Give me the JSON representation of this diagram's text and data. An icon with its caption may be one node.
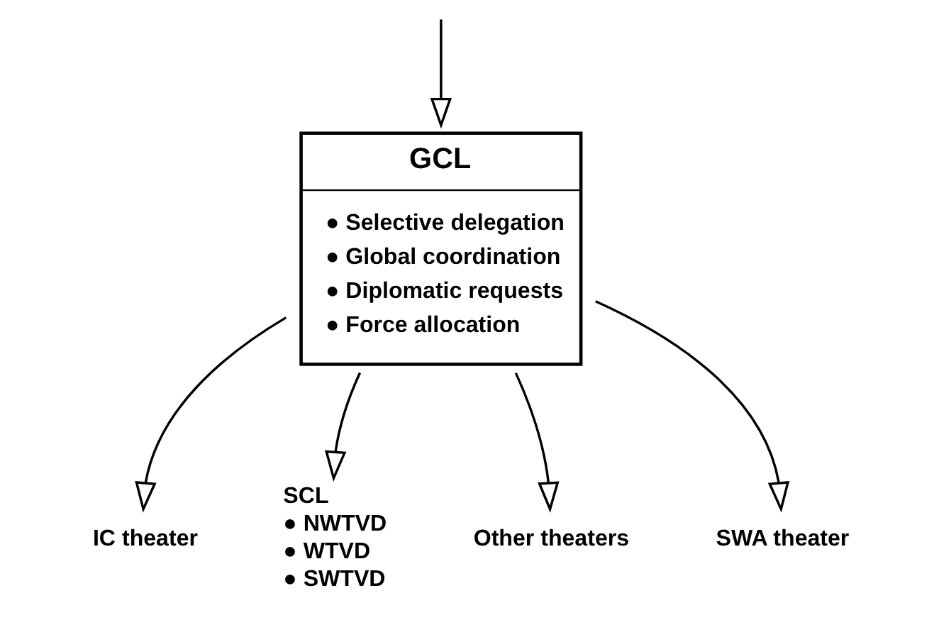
{
  "diagram": {
    "nodes": [
      {
        "text": [
          "GCL",
          "● Selective delegation",
          "● Global coordination",
          "● Diplomatic requests",
          "● Force allocation"
        ]
      },
      {
        "text": [
          "IC theater"
        ]
      },
      {
        "text": [
          "SCL",
          "● NWTVD",
          "● WTVD",
          "● SWTVD"
        ]
      },
      {
        "text": [
          "Other theaters"
        ]
      },
      {
        "text": [
          "SWA theater"
        ]
      }
    ],
    "edges": [
      {
        "from": null,
        "to": 0,
        "arrow": "to"
      },
      {
        "from": 0,
        "to": 1,
        "arrow": "to"
      },
      {
        "from": 0,
        "to": 2,
        "arrow": "to"
      },
      {
        "from": 0,
        "to": 3,
        "arrow": "to"
      },
      {
        "from": 0,
        "to": 4,
        "arrow": "to"
      }
    ]
  }
}
